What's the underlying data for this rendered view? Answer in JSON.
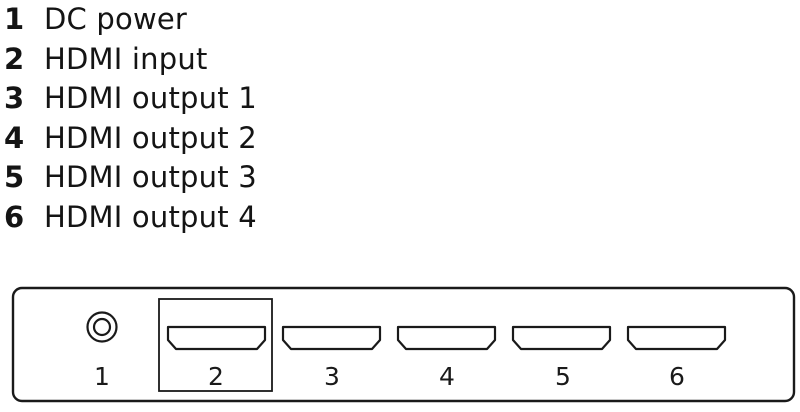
{
  "legend": [
    {
      "num": "1",
      "label": "DC power"
    },
    {
      "num": "2",
      "label": "HDMI input"
    },
    {
      "num": "3",
      "label": "HDMI output 1"
    },
    {
      "num": "4",
      "label": "HDMI output 2"
    },
    {
      "num": "5",
      "label": "HDMI output 3"
    },
    {
      "num": "6",
      "label": "HDMI output 4"
    }
  ],
  "panel": {
    "ports": [
      {
        "label": "1",
        "kind": "dc-jack"
      },
      {
        "label": "2",
        "kind": "hdmi",
        "highlighted": true
      },
      {
        "label": "3",
        "kind": "hdmi"
      },
      {
        "label": "4",
        "kind": "hdmi"
      },
      {
        "label": "5",
        "kind": "hdmi"
      },
      {
        "label": "6",
        "kind": "hdmi"
      }
    ]
  },
  "colors": {
    "stroke": "#1a1a1a",
    "text": "#141414",
    "background": "#ffffff"
  }
}
